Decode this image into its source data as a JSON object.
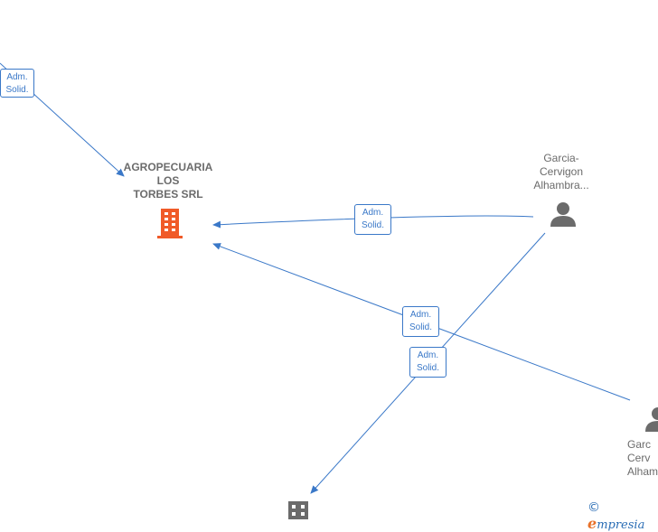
{
  "nodes": {
    "main_company": {
      "name": "AGROPECUARIA\nLOS\nTORBES SRL",
      "type": "company",
      "color": "#f05a28"
    },
    "person_1": {
      "name": "Garcia-\nCervigon\nAlhambra...",
      "type": "person"
    },
    "person_2_partial": {
      "name": "Garc\nCerv\nAlham",
      "type": "person"
    },
    "company_bottom": {
      "type": "company",
      "color": "#6b6b6b"
    }
  },
  "edges": [
    {
      "label_line1": "Adm.",
      "label_line2": "Solid."
    },
    {
      "label_line1": "Adm.",
      "label_line2": "Solid."
    },
    {
      "label_line1": "Adm.",
      "label_line2": "Solid."
    },
    {
      "label_line1": "Adm.",
      "label_line2": "Solid."
    }
  ],
  "watermark": {
    "copyright": "©",
    "brand_first": "e",
    "brand_rest": "mpresia"
  },
  "colors": {
    "edge": "#3a78c8",
    "main_company": "#f05a28",
    "other": "#6b6b6b"
  }
}
